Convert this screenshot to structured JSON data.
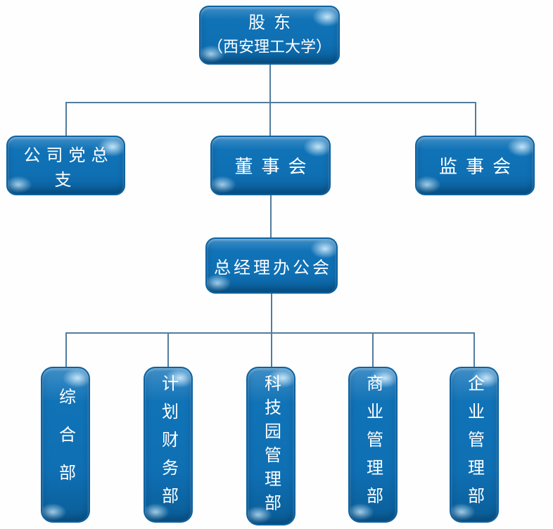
{
  "org_chart": {
    "root": {
      "name": "股东",
      "subtitle": "（西安理工大学）"
    },
    "level2": [
      {
        "label": "公司党总支"
      },
      {
        "label": "董事会"
      },
      {
        "label": "监事会"
      }
    ],
    "level3": {
      "label": "总经理办公会"
    },
    "departments": [
      {
        "label": "综合部"
      },
      {
        "label": "计划财务部"
      },
      {
        "label": "科技园管理部"
      },
      {
        "label": "商业管理部"
      },
      {
        "label": "企业管理部"
      }
    ],
    "colors": {
      "node_fill": "#1173b7",
      "node_fill_dark": "#0a5d96",
      "node_border": "#0c63a2",
      "connector": "#527c9e",
      "text": "#ffffff"
    }
  }
}
